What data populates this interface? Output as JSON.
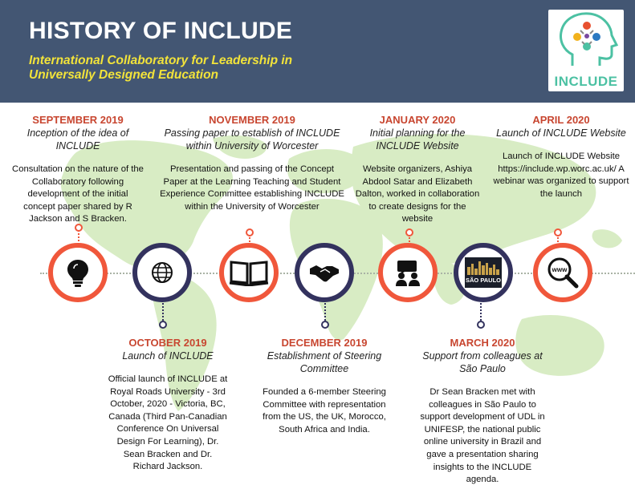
{
  "header": {
    "title": "HISTORY OF INCLUDE",
    "subtitle": "International Collaboratory for Leadership in Universally Designed Education",
    "logo_text": "INCLUDE"
  },
  "colors": {
    "header_bg": "#435673",
    "subtitle": "#f2e33a",
    "date": "#c84630",
    "orange_ring": "#f0573b",
    "navy_ring": "#33325e",
    "map": "#d8ecc4"
  },
  "events": {
    "sep2019": {
      "date": "SEPTEMBER 2019",
      "headline": "Inception of the idea of INCLUDE",
      "description": "Consultation on the nature of the Collaboratory following development of the initial concept paper shared by R Jackson and S Bracken.",
      "icon": "lightbulb-icon"
    },
    "oct2019": {
      "date": "OCTOBER 2019",
      "headline": "Launch of INCLUDE",
      "description": "Official launch of INCLUDE at Royal Roads University - 3rd October, 2020 - Victoria, BC, Canada (Third Pan-Canadian Conference On Universal Design For Learning), Dr. Sean Bracken and Dr. Richard Jackson.",
      "icon": "globe-icon"
    },
    "nov2019": {
      "date": "NOVEMBER 2019",
      "headline": "Passing paper to establish of INCLUDE within University of Worcester",
      "description": "Presentation and passing of the Concept Paper at the Learning Teaching and Student Experience Committee establishing INCLUDE within the University of Worcester",
      "icon": "book-icon"
    },
    "dec2019": {
      "date": "DECEMBER 2019",
      "headline": "Establishment of Steering Committee",
      "description": "Founded a 6-member Steering Committee with representation from the US, the UK, Morocco, South Africa and India.",
      "icon": "handshake-icon"
    },
    "jan2020": {
      "date": "JANUARY 2020",
      "headline": "Initial planning for the INCLUDE Website",
      "description": "Website organizers, Ashiya Abdool Satar and Elizabeth Dalton, worked in collaboration to create designs for the website",
      "icon": "meeting-icon"
    },
    "mar2020": {
      "date": "MARCH 2020",
      "headline": "Support from colleagues at São Paulo",
      "description": "Dr Sean Bracken met with colleagues in São Paulo to support development of UDL in UNIFESP, the national public online university in Brazil and gave a presentation sharing insights to the INCLUDE agenda.",
      "icon": "sao-paulo-skyline-icon",
      "icon_text": "SÃO PAULO"
    },
    "apr2020": {
      "date": "APRIL 2020",
      "headline": "Launch of INCLUDE Website",
      "description": "Launch of INCLUDE Website https://include.wp.worc.ac.uk/ A webinar was organized to support the launch",
      "icon": "www-magnifier-icon",
      "icon_text": "www"
    }
  }
}
